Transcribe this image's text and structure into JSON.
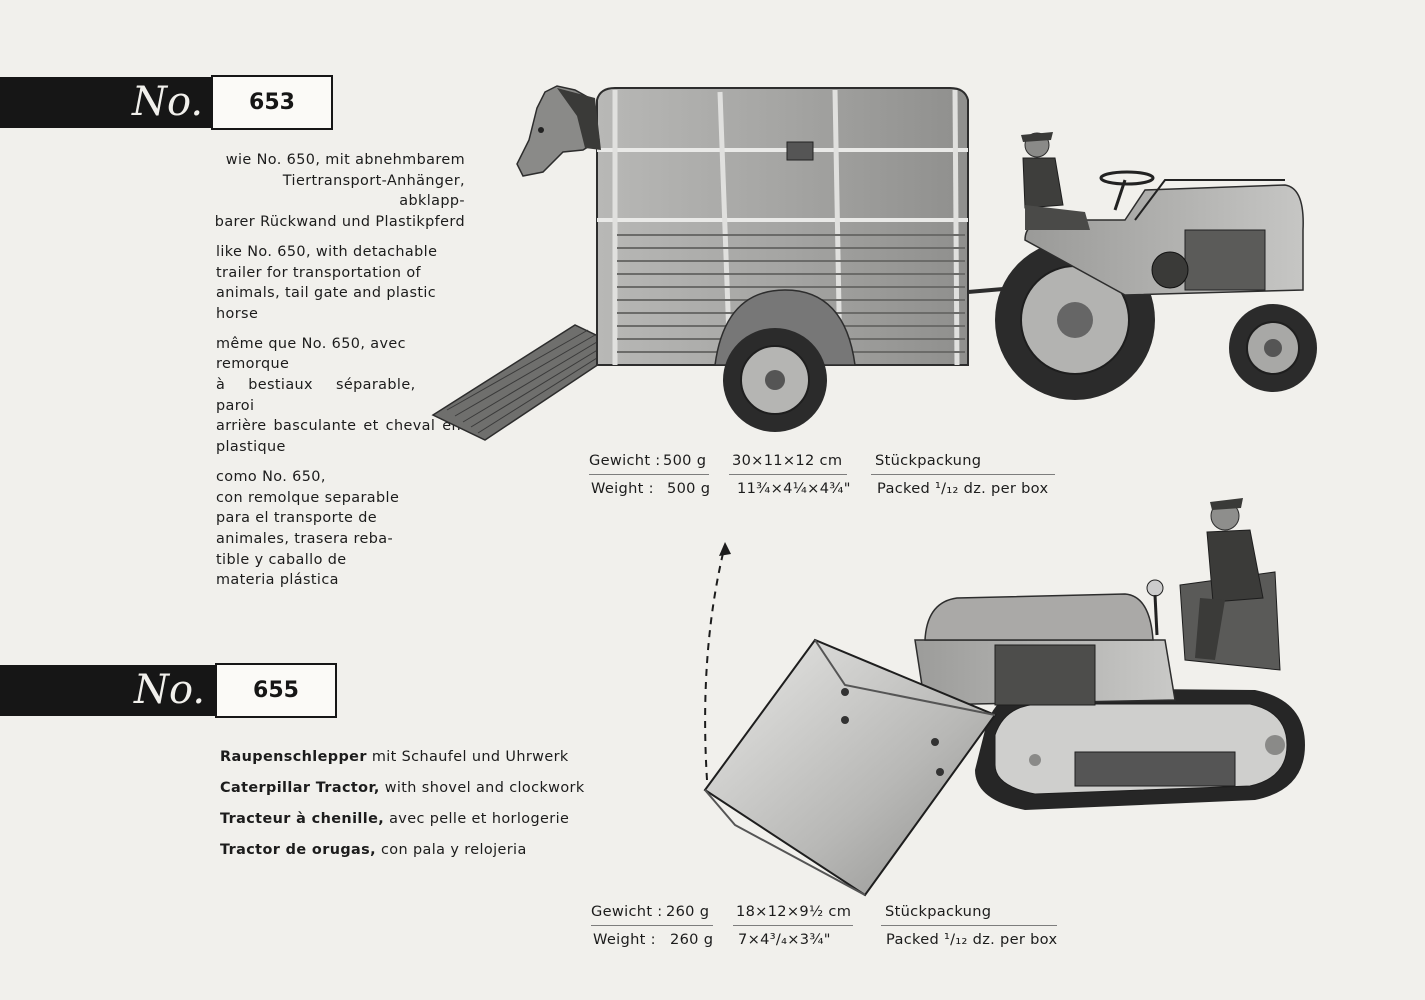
{
  "items": [
    {
      "no_mark": "No.",
      "number": "653",
      "descriptions": {
        "de": [
          "wie No. 650, mit abnehmbarem",
          "Tiertransport-Anhänger, abklapp-",
          "barer Rückwand und Plastikpferd"
        ],
        "en": [
          "like No. 650, with detachable",
          "trailer for transportation of",
          "animals, tail gate and plastic",
          "horse"
        ],
        "fr": [
          "même que No. 650, avec remorque",
          "à bestiaux séparable, paroi",
          "arrière basculante et cheval en",
          "plastique"
        ],
        "es": [
          "como No. 650,",
          "con remolque separable",
          "para el transporte de",
          "animales, trasera reba-",
          "tible y caballo de",
          "materia plástica"
        ]
      },
      "spec": {
        "weight_de": "Gewicht :",
        "weight_de_value": "500 g",
        "dims_cm": "30×11×12 cm",
        "pack_de": "Stückpackung",
        "weight_en": "Weight :",
        "weight_en_value": "500 g",
        "dims_in": "11¾×4¼×4¾\"",
        "pack_en": "Packed ¹/₁₂ dz. per box"
      }
    },
    {
      "no_mark": "No.",
      "number": "655",
      "features": [
        {
          "bold": "Raupenschlepper",
          "rest": " mit Schaufel und Uhrwerk"
        },
        {
          "bold": "Caterpillar Tractor,",
          "rest": " with shovel and clockwork"
        },
        {
          "bold": "Tracteur à chenille,",
          "rest": " avec pelle et horlogerie"
        },
        {
          "bold": "Tractor de orugas,",
          "rest": " con pala y relojeria"
        }
      ],
      "spec": {
        "weight_de": "Gewicht :",
        "weight_de_value": "260 g",
        "dims_cm": "18×12×9½ cm",
        "pack_de": "Stückpackung",
        "weight_en": "Weight :",
        "weight_en_value": "260 g",
        "dims_in": "7×4³/₄×3¾\"",
        "pack_en": "Packed ¹/₁₂ dz. per box"
      }
    }
  ],
  "illustrations": [
    {
      "icon": "tractor-with-horse-trailer-icon"
    },
    {
      "icon": "caterpillar-tractor-with-shovel-icon"
    }
  ]
}
